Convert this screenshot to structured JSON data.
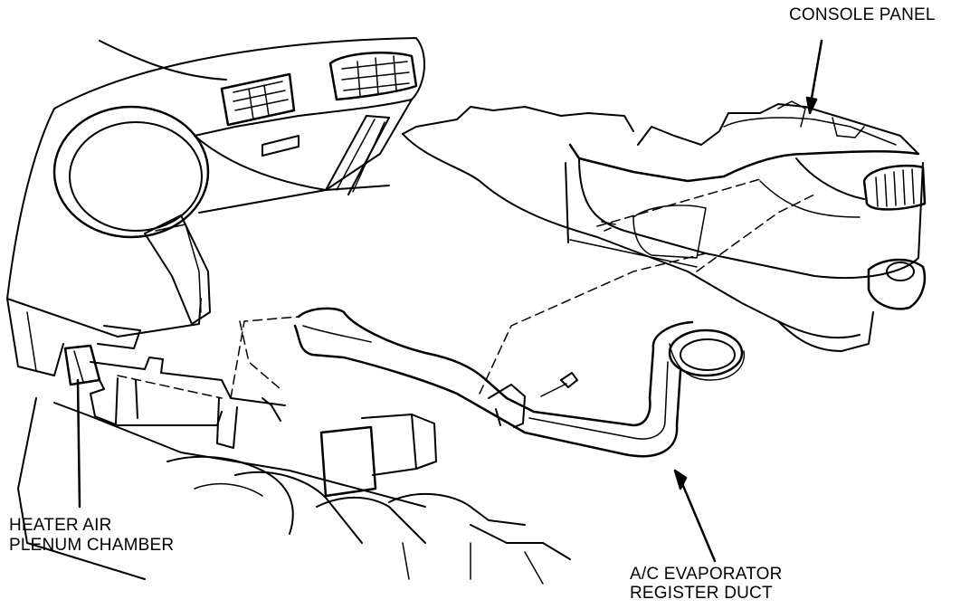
{
  "labels": {
    "console_panel": "CONSOLE PANEL",
    "heater_line1": "HEATER AIR",
    "heater_line2": "PLENUM CHAMBER",
    "duct_line1": "A/C EVAPORATOR",
    "duct_line2": "REGISTER DUCT"
  },
  "colors": {
    "ink": "#000000",
    "paper": "#ffffff"
  }
}
